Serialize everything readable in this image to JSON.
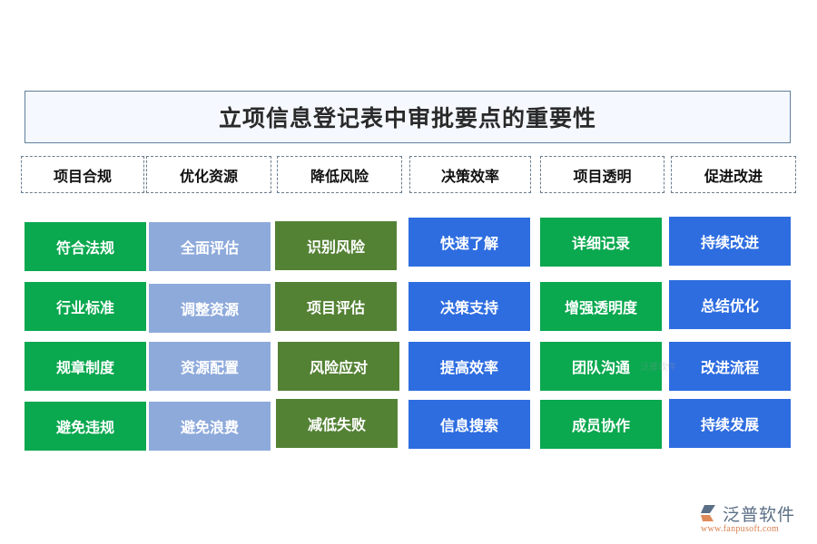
{
  "title": "立项信息登记表中审批要点的重要性",
  "colors": {
    "green": "#0aa84f",
    "light_blue": "#8eaadb",
    "olive": "#548235",
    "blue": "#2e6de0",
    "title_bg": "#f5f9ff",
    "title_border": "#5e7f99"
  },
  "categories": [
    {
      "label": "项目合规",
      "items": [
        "符合法规",
        "行业标准",
        "规章制度",
        "避免违规"
      ]
    },
    {
      "label": "优化资源",
      "items": [
        "全面评估",
        "调整资源",
        "资源配置",
        "避免浪费"
      ]
    },
    {
      "label": "降低风险",
      "items": [
        "识别风险",
        "项目评估",
        "风险应对",
        "减低失败"
      ]
    },
    {
      "label": "决策效率",
      "items": [
        "快速了解",
        "决策支持",
        "提高效率",
        "信息搜索"
      ]
    },
    {
      "label": "项目透明",
      "items": [
        "详细记录",
        "增强透明度",
        "团队沟通",
        "成员协作"
      ]
    },
    {
      "label": "促进改进",
      "items": [
        "持续改进",
        "总结优化",
        "改进流程",
        "持续发展"
      ]
    }
  ],
  "watermark": "泛普软件",
  "logo": {
    "name": "泛普软件",
    "url": "www.fanpusoft.com"
  }
}
